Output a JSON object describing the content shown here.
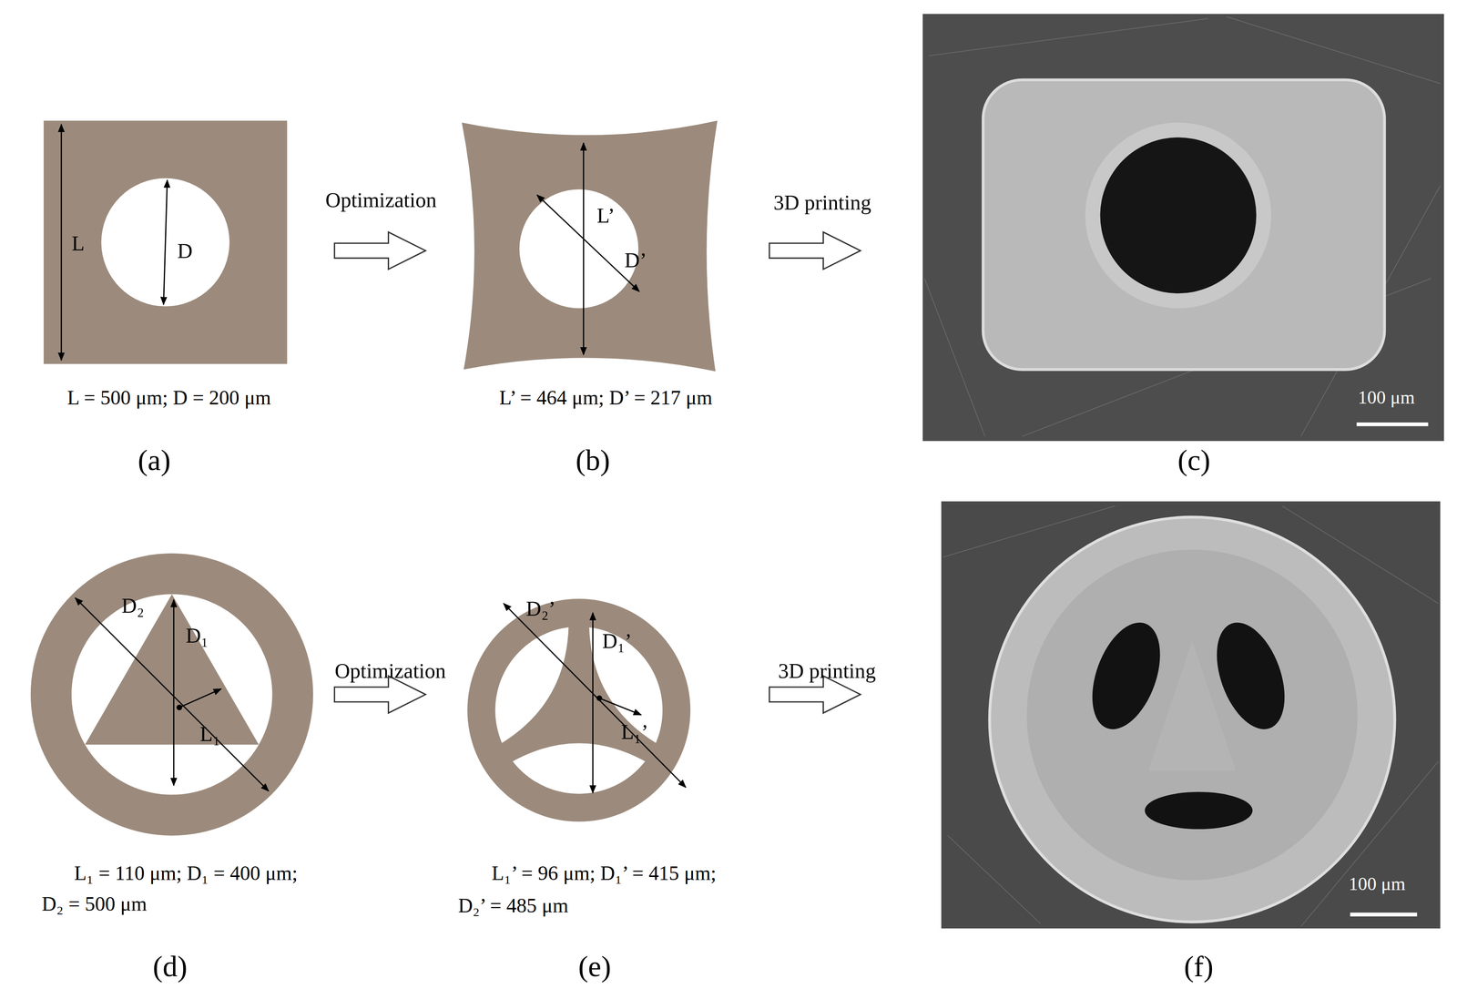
{
  "diagram": {
    "labels": [
      "L",
      "D",
      "L = 500 μm; D = 200 μm",
      "(a)",
      "Optimization",
      "L’",
      "D’",
      "L’ = 464 μm; D’ = 217 μm",
      "(b)",
      "3D printing",
      "100 μm",
      "(c)",
      "D₂",
      "D₁",
      "L₁",
      "L₁ = 110 μm; D₁ = 400 μm;",
      "D₂ = 500 μm",
      "(d)",
      "Optimization",
      "D₂’",
      "D₁’",
      "L₁’",
      "L₁’ = 96 μm; D₁’ = 415 μm;",
      "D₂’ = 485 μm",
      "(e)",
      "3D printing",
      "100 μm",
      "(f)"
    ]
  }
}
